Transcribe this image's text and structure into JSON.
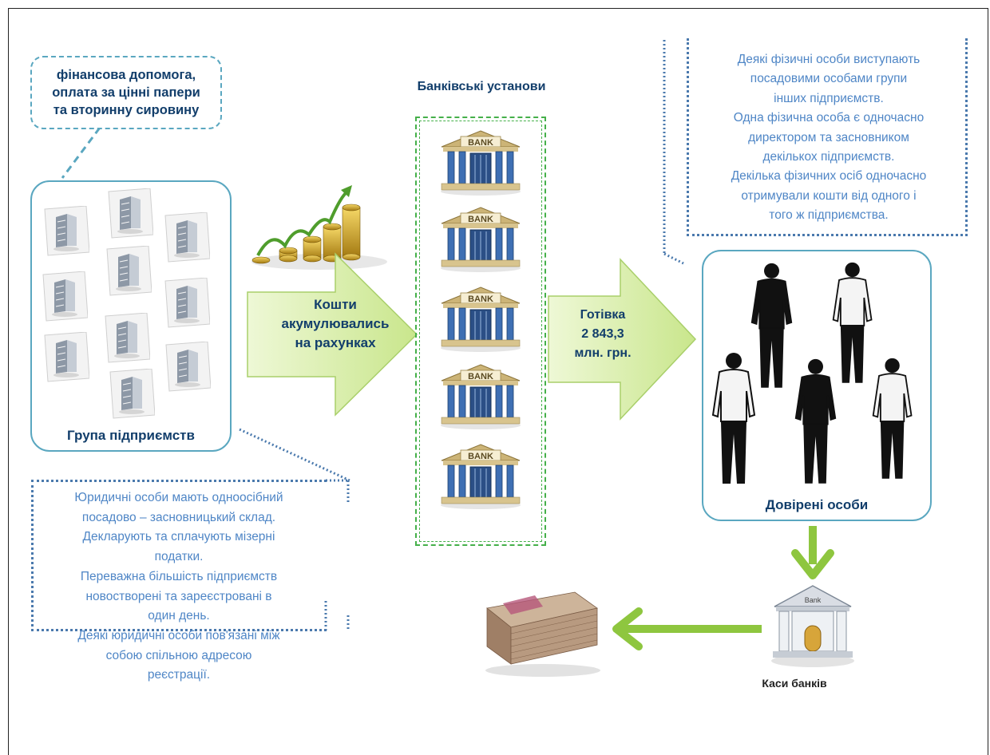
{
  "callout_top": {
    "lines": [
      "фінансова допомога,",
      "оплата за цінні папери",
      "та вторинну сировину"
    ]
  },
  "group": {
    "label": "Група підприємств"
  },
  "arrow1": {
    "lines": [
      "Кошти",
      "акумулювались",
      "на рахунках"
    ]
  },
  "banks": {
    "title": "Банківські  установи",
    "icon_text": "BANK"
  },
  "arrow2": {
    "lines": [
      "Готівка",
      "2 843,3",
      "млн. грн."
    ]
  },
  "persons": {
    "label": "Довірені особи"
  },
  "cash_desk": {
    "label": "Каси банків",
    "icon_text": "Bank"
  },
  "note_left": {
    "lines": [
      "Юридичні особи мають одноосібний",
      "посадово – засновницький склад.",
      "Декларують та сплачують мізерні",
      "податки.",
      "Переважна більшість підприємств",
      "новостворені та зареєстровані в",
      "один день.",
      "Деякі юридичні особи пов'язані між",
      "собою спільною адресою",
      "реєстрації."
    ]
  },
  "note_right": {
    "lines": [
      "Деякі фізичні особи виступають",
      "посадовими особами  групи",
      "інших підприємств.",
      "Одна фізична особа є одночасно",
      "директором  та засновником",
      "декількох  підприємств.",
      "Декілька фізичних осіб одночасно",
      "отримували кошти від одного і",
      "того ж підприємства."
    ]
  },
  "colors": {
    "box_border": "#5aa7c0",
    "title_text": "#123e6b",
    "note_text": "#4f86c6",
    "note_border": "#4a79ad",
    "arrow_fill": "#d4ed9c",
    "green_arrow": "#8ec63f",
    "bank_border": "#45b04a"
  }
}
